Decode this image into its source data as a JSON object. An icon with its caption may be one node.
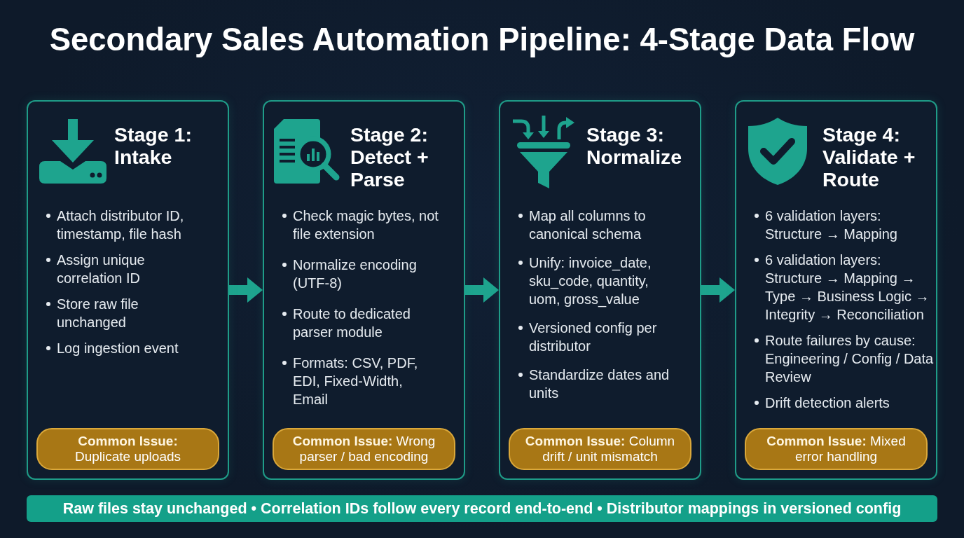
{
  "diagram": {
    "title": "Secondary Sales Automation Pipeline: 4-Stage Data Flow",
    "nodes": [
      {
        "text": [
          "Stage 1: Intake",
          "Attach distributor ID, timestamp, file hash",
          "Assign unique correlation ID",
          "Store raw file unchanged",
          "Log ingestion event"
        ]
      },
      {
        "text": [
          "**Common Issue:** Duplicate uploads"
        ],
        "in": 0
      },
      {
        "text": [
          "Stage 2: Detect + Parse",
          "Check magic bytes, not file extension",
          "Normalize encoding (UTF-8)",
          "Route to dedicated parser module",
          "Formats: CSV, PDF, EDI, Fixed-Width, Email"
        ]
      },
      {
        "text": [
          "**Common Issue:** Wrong parser / bad encoding"
        ],
        "in": 2
      },
      {
        "text": [
          "Stage 3: Normalize",
          "Map all columns to canonical schema",
          "Unify: invoice_date, sku_code, quantity, uom, gross_value",
          "Versioned config per distributor",
          "Standardize dates and units"
        ]
      },
      {
        "text": [
          "**Common Issue:** Column drift / unit mismatch"
        ],
        "in": 4
      },
      {
        "text": [
          "Stage 4: Validate + Route",
          "6 validation layers: Structure → Mapping",
          "6 validation layers: Structure → Mapping → Type → Business Logic → Integrity → Reconciliation",
          "Route failures by cause: Engineering / Config / Data Review",
          "Drift detection alerts"
        ]
      },
      {
        "text": [
          "**Common Issue:** Mixed error handling"
        ],
        "in": 6
      },
      {
        "text": [
          "Raw files stay unchanged • Correlation IDs follow every record end-to-end • Distributor mappings in versioned config"
        ]
      }
    ],
    "edges": [
      {
        "from": 0,
        "to": 2,
        "arrow": "to"
      },
      {
        "from": 2,
        "to": 4,
        "arrow": "to"
      },
      {
        "from": 4,
        "to": 6,
        "arrow": "to"
      }
    ]
  }
}
